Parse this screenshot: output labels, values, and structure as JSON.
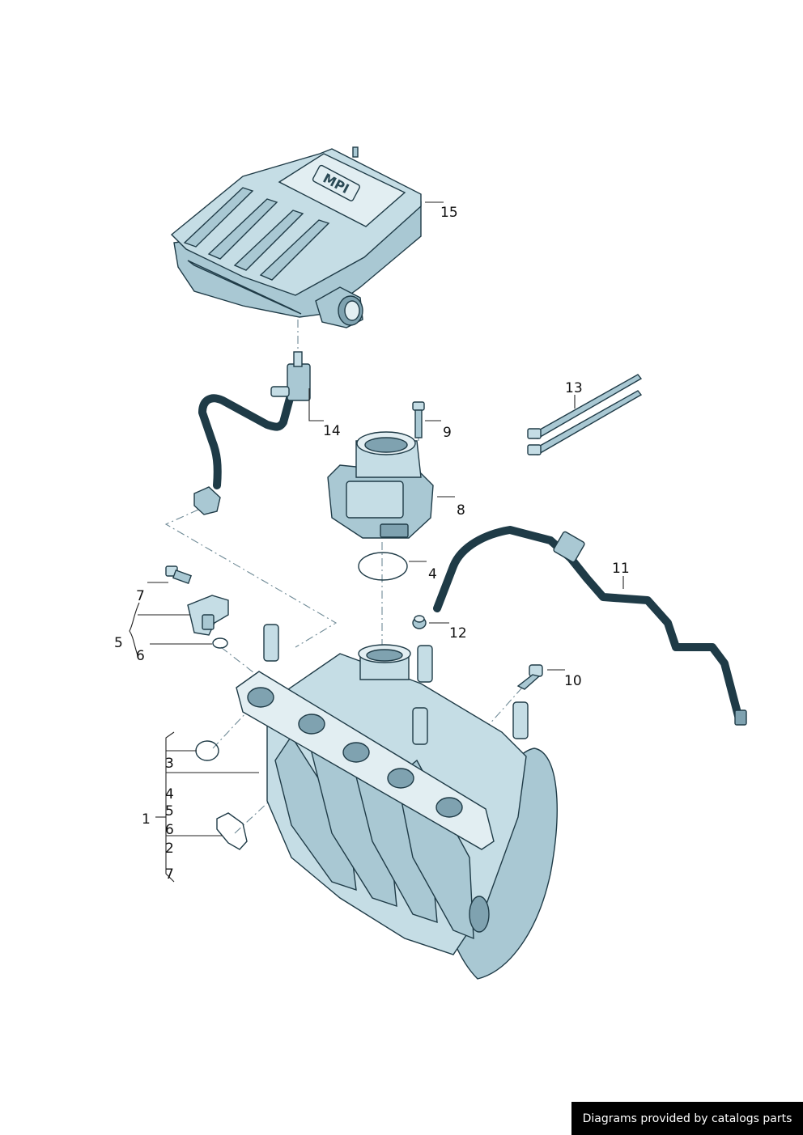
{
  "callouts": {
    "c15": "15",
    "c14": "14",
    "c13": "13",
    "c9": "9",
    "c8": "8",
    "c11": "11",
    "c4": "4",
    "c12": "12",
    "c10": "10",
    "c7a": "7",
    "c5a": "5",
    "c6a": "6",
    "c1": "1",
    "c3": "3",
    "c4b": "4",
    "c5b": "5",
    "c6b": "6",
    "c2": "2",
    "c7b": "7"
  },
  "air_filter_badge": "MPI",
  "footer_text": "Diagrams provided by catalogs parts",
  "colors": {
    "part_fill": "#c5dde5",
    "part_shade": "#a9c8d3",
    "part_outline": "#1f3b47",
    "footer_bg": "#000000"
  }
}
